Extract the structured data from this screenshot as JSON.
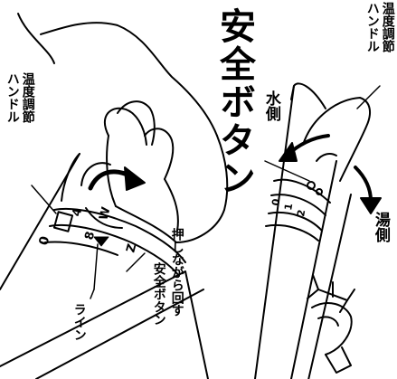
{
  "labels": {
    "temp_handle_right_line1": "温度調節",
    "temp_handle_right_line2": "ハンドル",
    "safety_button_title": "安全ボタン",
    "water_side": "水側",
    "hot_side": "湯側",
    "temp_handle_left_line1": "温度調節",
    "temp_handle_left_line2": "ハンドル",
    "push_and_turn": "押しながら回す",
    "safety_button_small": "安全ボタン",
    "line_label": "ライン"
  },
  "dial_marks": [
    "4",
    "0",
    "8",
    "Z",
    "W"
  ]
}
